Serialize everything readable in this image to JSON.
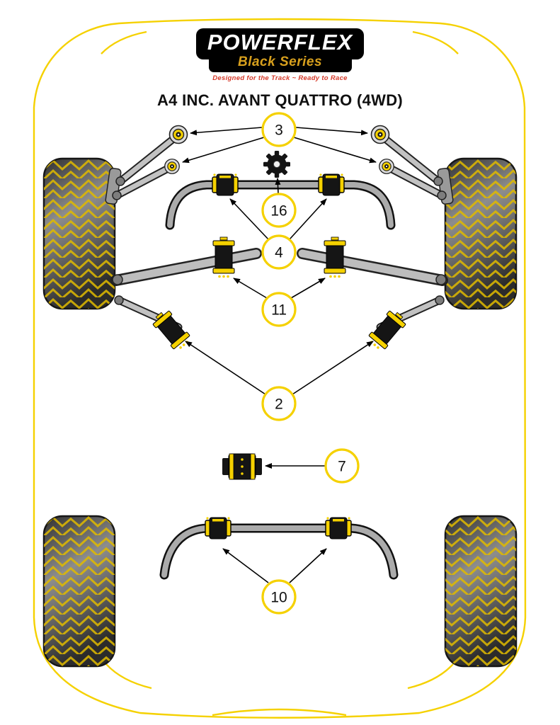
{
  "page": {
    "background": "#ffffff"
  },
  "logo": {
    "brand": "POWERFLEX",
    "series": "Black Series",
    "tagline": "Designed for the Track ~ Ready to Race"
  },
  "title": "A4 INC. AVANT QUATTRO (4WD)",
  "callouts": [
    {
      "label": "3",
      "target": "front upper arm bushings (both sides)"
    },
    {
      "label": "16",
      "target": "center gear-shaped mount"
    },
    {
      "label": "4",
      "target": "front anti-roll-bar bushings"
    },
    {
      "label": "11",
      "target": "front lower arm bushings"
    },
    {
      "label": "2",
      "target": "front trailing arm bushings"
    },
    {
      "label": "7",
      "target": "single cylindrical bushing"
    },
    {
      "label": "10",
      "target": "rear anti-roll-bar bushings"
    }
  ],
  "colors": {
    "accent_yellow": "#F5D100",
    "logo_gold": "#D8A01D",
    "tagline_red": "#D63A2A",
    "part_black": "#151515",
    "tire_gray": "#3A3A3A"
  }
}
